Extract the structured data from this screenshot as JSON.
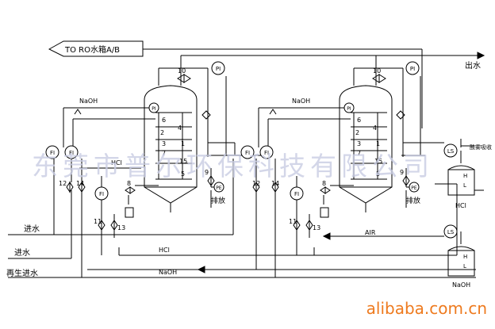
{
  "header": {
    "target_label": "TO  RO水箱A/B"
  },
  "flows": {
    "outlet": "出水",
    "naoh_left": "NaOH",
    "naoh_right": "NaOH",
    "hcl_left": "HCl",
    "hcl_mid": "HCl",
    "hcl_right": "HCl",
    "air": "AIR",
    "inlet_1": "进水",
    "inlet_2": "进水",
    "regen_inlet": "再生进水",
    "naoh_bottom": "NaOH",
    "drain_left": "排放",
    "drain_right": "排放",
    "acid_mist": "酸雾吸收"
  },
  "instruments": {
    "fi": "FI",
    "pi": "PI",
    "pe": "PE",
    "ls": "LS",
    "level_h": "H",
    "level_l": "L"
  },
  "tanks": {
    "hcl_tank": "HCl",
    "naoh_tank": "NaOH"
  },
  "valves": {
    "v1": "1",
    "v2": "2",
    "v3": "3",
    "v4": "4",
    "v5": "5",
    "v6": "6",
    "v7": "7",
    "v8": "8",
    "v9": "9",
    "v10": "10",
    "v11": "11",
    "v12": "12",
    "v13": "13",
    "v14": "14",
    "v15": "15"
  },
  "watermark": "东莞市普尔环保科技有限公司",
  "brand": "alibaba.com.cn",
  "colors": {
    "line": "#000000",
    "watermark": "#c9cde3",
    "brand": "#ee7a1e"
  }
}
